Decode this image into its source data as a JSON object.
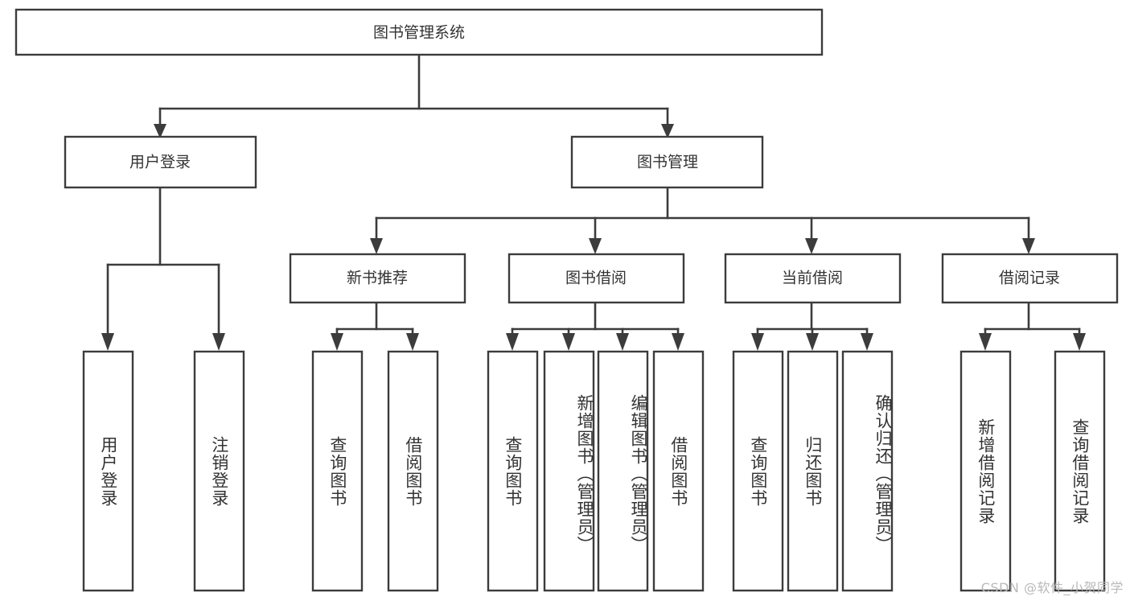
{
  "diagram": {
    "title": "图书管理系统",
    "type": "tree-hierarchy",
    "root": {
      "label": "图书管理系统"
    },
    "level1": [
      {
        "label": "用户登录"
      },
      {
        "label": "图书管理"
      }
    ],
    "level2": [
      {
        "label": "新书推荐"
      },
      {
        "label": "图书借阅"
      },
      {
        "label": "当前借阅"
      },
      {
        "label": "借阅记录"
      }
    ],
    "leaves": {
      "user_login": [
        {
          "label": "用户登录"
        },
        {
          "label": "注销登录"
        }
      ],
      "new_book_recommend": [
        {
          "label": "查询图书"
        },
        {
          "label": "借阅图书"
        }
      ],
      "book_borrow": [
        {
          "label": "查询图书"
        },
        {
          "label": "新增图书（管理员）"
        },
        {
          "label": "编辑图书（管理员）"
        },
        {
          "label": "借阅图书"
        }
      ],
      "current_borrow": [
        {
          "label": "查询图书"
        },
        {
          "label": "归还图书"
        },
        {
          "label": "确认归还（管理员）"
        }
      ],
      "borrow_record": [
        {
          "label": "新增借阅记录"
        },
        {
          "label": "查询借阅记录"
        }
      ]
    },
    "watermark": "CSDN @软件_小贺同学",
    "colors": {
      "background": "#ffffff",
      "box_stroke": "#3c3c3c",
      "box_fill": "#ffffff",
      "text": "#333333",
      "watermark": "#b9b9b9"
    }
  }
}
